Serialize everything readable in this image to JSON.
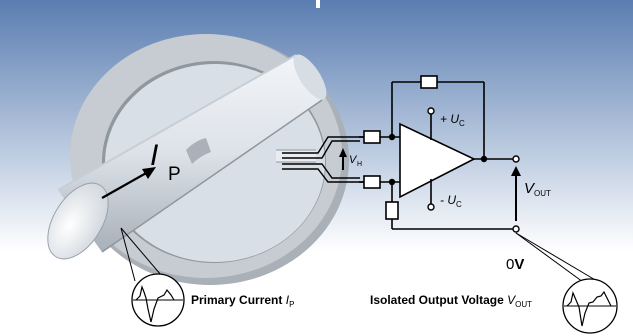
{
  "primary_current": {
    "symbol": "I",
    "subscript": "P",
    "caption_prefix": "Primary Current",
    "caption_symbol": "I",
    "caption_subscript": "P"
  },
  "hall_voltage": {
    "symbol": "V",
    "subscript": "H"
  },
  "supply_positive": {
    "prefix": "+ U",
    "subscript": "C"
  },
  "supply_negative": {
    "prefix": "- U",
    "subscript": "C"
  },
  "output_voltage": {
    "symbol": "V",
    "subscript": "OUT"
  },
  "ground_label": {
    "value": "0",
    "unit": "V"
  },
  "output_caption": {
    "prefix": "Isolated Output Voltage",
    "symbol": "V",
    "subscript": "OUT"
  },
  "colors": {
    "background_top": "#5c7fb2",
    "background_bottom": "#ffffff",
    "ring": "#c3c9cf",
    "conductor": "#dfe4ea",
    "wire": "#000000"
  }
}
